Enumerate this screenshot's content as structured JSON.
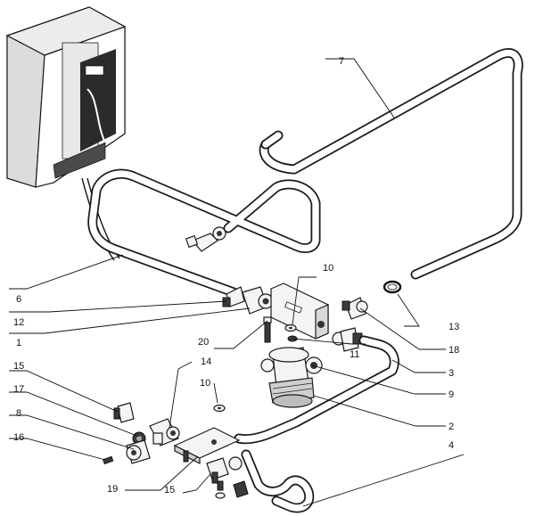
{
  "labels": {
    "l1": "1",
    "l2": "2",
    "l3": "3",
    "l4": "4",
    "l6": "6",
    "l7": "7",
    "l8": "8",
    "l9": "9",
    "l10a": "10",
    "l10b": "10",
    "l11": "11",
    "l12": "12",
    "l13": "13",
    "l14": "14",
    "l15a": "15",
    "l15b": "15",
    "l16": "16",
    "l17": "17",
    "l18": "18",
    "l19": "19",
    "l20": "20"
  }
}
